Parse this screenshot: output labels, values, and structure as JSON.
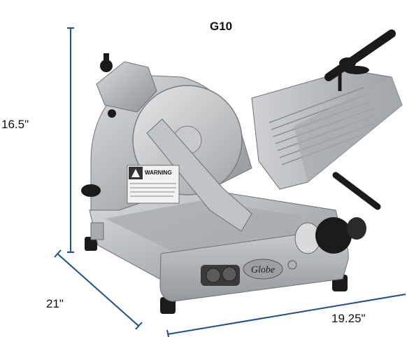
{
  "product": {
    "model": "G10",
    "brand": "Globe"
  },
  "dimensions": {
    "height": "16.5\"",
    "depth": "21\"",
    "width": "19.25\""
  },
  "warning_label": {
    "heading": "WARNING"
  },
  "colors": {
    "dimension_line": "#1f4e8c",
    "metal": "#b9bcbf",
    "dark": "#1a1a1a"
  }
}
